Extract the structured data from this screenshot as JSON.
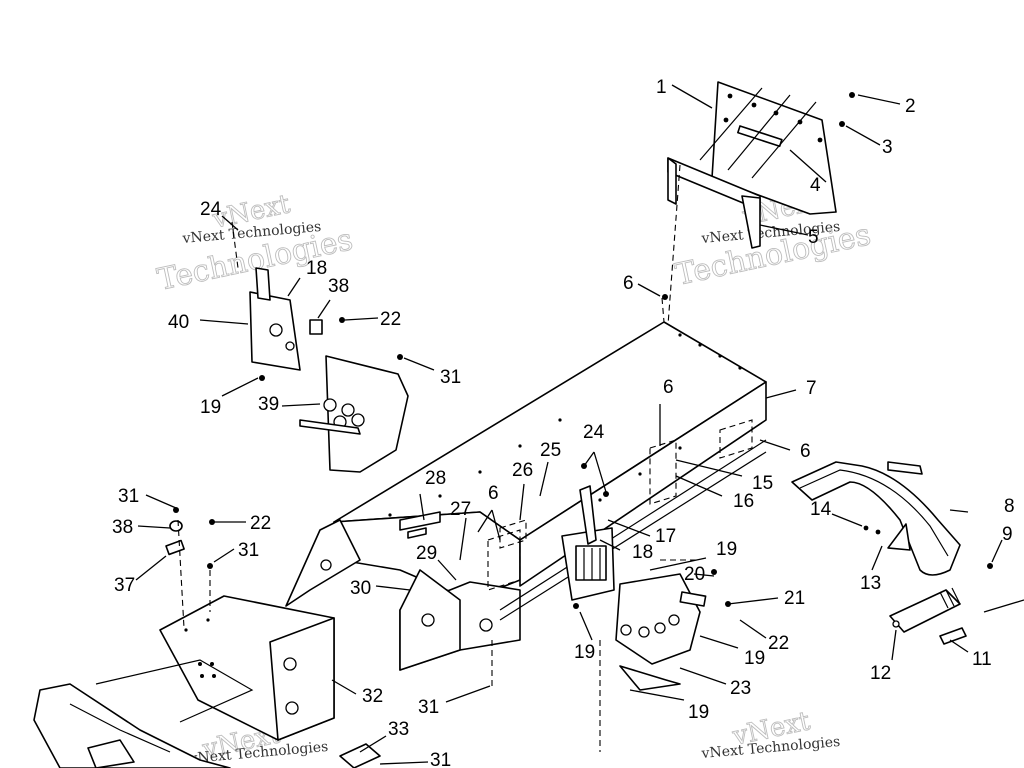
{
  "callouts": {
    "c1": "1",
    "c2": "2",
    "c3": "3",
    "c4": "4",
    "c5": "5",
    "c6a": "6",
    "c6b": "6",
    "c6c": "6",
    "c6d": "6",
    "c7": "7",
    "c8": "8",
    "c9": "9",
    "c11": "11",
    "c12": "12",
    "c13": "13",
    "c14": "14",
    "c15": "15",
    "c16": "16",
    "c17": "17",
    "c18a": "18",
    "c18b": "18",
    "c19a": "19",
    "c19b": "19",
    "c19c": "19",
    "c19d": "19",
    "c19e": "19",
    "c20": "20",
    "c21": "21",
    "c22a": "22",
    "c22b": "22",
    "c22c": "22",
    "c23": "23",
    "c24a": "24",
    "c24b": "24",
    "c25": "25",
    "c26": "26",
    "c27": "27",
    "c28": "28",
    "c29": "29",
    "c30": "30",
    "c31a": "31",
    "c31b": "31",
    "c31c": "31",
    "c31d": "31",
    "c31e": "31",
    "c32": "32",
    "c33": "33",
    "c37": "37",
    "c38a": "38",
    "c38b": "38",
    "c39": "39",
    "c40": "40"
  },
  "watermark": {
    "line1": "vNext",
    "line2": "vNext Technologies",
    "line3": "Technologies"
  }
}
